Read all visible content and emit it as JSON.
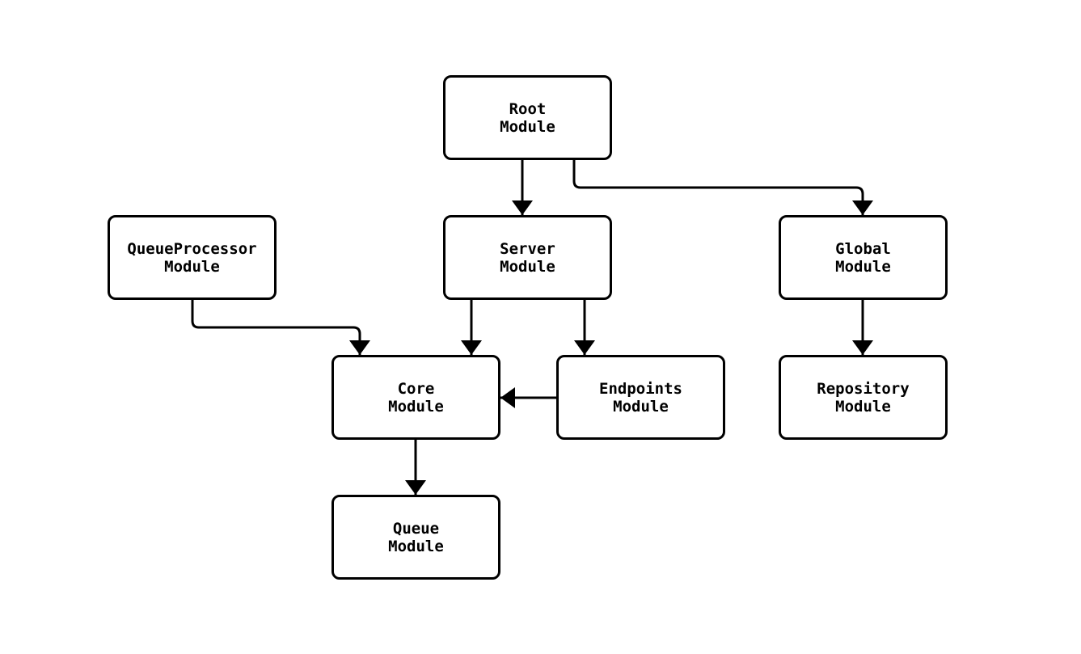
{
  "diagram": {
    "type": "flowchart",
    "background_color": "#ffffff",
    "node_border_color": "#000000",
    "node_fill_color": "#ffffff",
    "edge_color": "#000000",
    "text_color": "#000000",
    "nodes": [
      {
        "id": "root",
        "line1": "Root",
        "line2": "Module"
      },
      {
        "id": "server",
        "line1": "Server",
        "line2": "Module"
      },
      {
        "id": "global",
        "line1": "Global",
        "line2": "Module"
      },
      {
        "id": "queueprocessor",
        "line1": "QueueProcessor",
        "line2": "Module"
      },
      {
        "id": "core",
        "line1": "Core",
        "line2": "Module"
      },
      {
        "id": "endpoints",
        "line1": "Endpoints",
        "line2": "Module"
      },
      {
        "id": "repository",
        "line1": "Repository",
        "line2": "Module"
      },
      {
        "id": "queue",
        "line1": "Queue",
        "line2": "Module"
      }
    ],
    "edges": [
      {
        "from": "root",
        "to": "server"
      },
      {
        "from": "root",
        "to": "global"
      },
      {
        "from": "queueprocessor",
        "to": "core"
      },
      {
        "from": "server",
        "to": "core"
      },
      {
        "from": "server",
        "to": "endpoints"
      },
      {
        "from": "endpoints",
        "to": "core"
      },
      {
        "from": "global",
        "to": "repository"
      },
      {
        "from": "core",
        "to": "queue"
      }
    ]
  }
}
